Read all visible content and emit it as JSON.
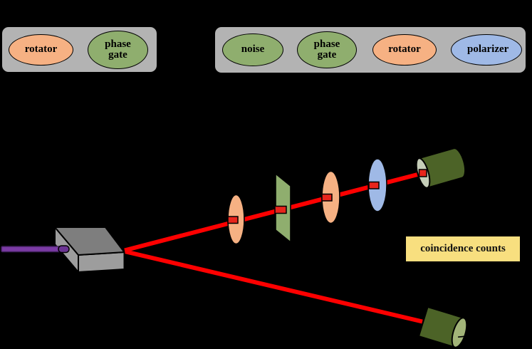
{
  "colors": {
    "background": "#000000",
    "panel_gray": "#B3B3B3",
    "rotator_orange": "#F6B183",
    "gate_green": "#8FAE6E",
    "polarizer_blue": "#9FB9E6",
    "label_yellow": "#F8DF7F",
    "beam_red": "#FF0000",
    "waypoint_red": "#E8251C",
    "pump_purple": "#7B3BA5",
    "pump_purple_tip": "#6B3492",
    "crystal_top": "#7E7E7E",
    "crystal_front": "#9D9D9D",
    "detector_body": "#4C6327",
    "detector_face_light": "#C6CEB9",
    "detector_face_olive": "#A2B478"
  },
  "legend_left": {
    "items": [
      {
        "label": "rotator",
        "color": "#F6B183"
      },
      {
        "label": "phase gate",
        "color": "#8FAE6E"
      }
    ]
  },
  "legend_right": {
    "items": [
      {
        "label": "noise",
        "color": "#8FAE6E"
      },
      {
        "label": "phase gate",
        "color": "#8FAE6E"
      },
      {
        "label": "rotator",
        "color": "#F6B183"
      },
      {
        "label": "polarizer",
        "color": "#9FB9E6"
      }
    ]
  },
  "coincidence_label": "coincidence counts",
  "diagram": {
    "components": [
      "pump-beam",
      "nonlinear-crystal",
      "signal-beam-upper",
      "signal-beam-lower",
      "rotator-disc-1",
      "noise-plate",
      "rotator-disc-2",
      "polarizer-disc",
      "photon-detector-upper",
      "photon-detector-lower"
    ]
  }
}
